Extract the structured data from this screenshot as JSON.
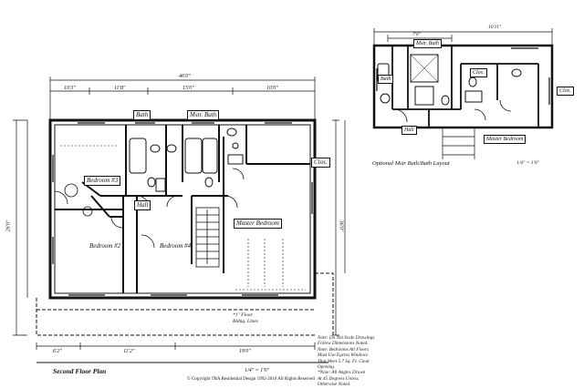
{
  "main_plan": {
    "caption": "Second Floor Plan",
    "scale": "1/4\" = 1'0\"",
    "rooms": {
      "bath": "Bath",
      "mstr_bath": "Mstr. Bath",
      "bedroom3": "Bedroom #3",
      "hall": "Hall",
      "bedroom2": "Bedroom #2",
      "bedroom4": "Bedroom #4",
      "master_bedroom": "Master Bedroom",
      "clos": "Clos."
    },
    "floor_note_line1": "*1\" Floor",
    "floor_note_line2": "Bldng. Lines"
  },
  "optional_plan": {
    "caption": "Optional Mstr Bath/Bath Layout",
    "scale": "1/4\" = 1'0\"",
    "rooms": {
      "mstr_bath": "Mstr. Bath",
      "bath": "Bath",
      "clos_center": "Clos.",
      "clos_right": "Clos.",
      "hall": "Hall",
      "master_bedroom": "Master Bedroom"
    }
  },
  "notes": [
    "Note: Do Not Scale Drawings",
    "Follow Dimensions Noted.",
    "Note: Bedrooms All Floors",
    "Must Use Egress Windows",
    "That Meet 5.7 Sq. Ft. Clear",
    "Opening.",
    "*Note:  All Angles Drawn",
    "At 45 Degrees Unless",
    "Otherwise Noted."
  ],
  "copyright": "© Copyright TBA Residential Design 1992-2010 All Rights Reserved",
  "dimensions": {
    "top_overall": "46'0\"",
    "top_a": "10'3\"",
    "top_b": "11'8\"",
    "top_c": "15'0\"",
    "top_d": "10'0\"",
    "bottom_a": "6'2\"",
    "bottom_b": "11'2\"",
    "bottom_c": "19'0\"",
    "left_overall": "26'0\"",
    "right_overall": "36'0\"",
    "opt_top_a": "7'0\"",
    "opt_top_b": "10'11\""
  }
}
